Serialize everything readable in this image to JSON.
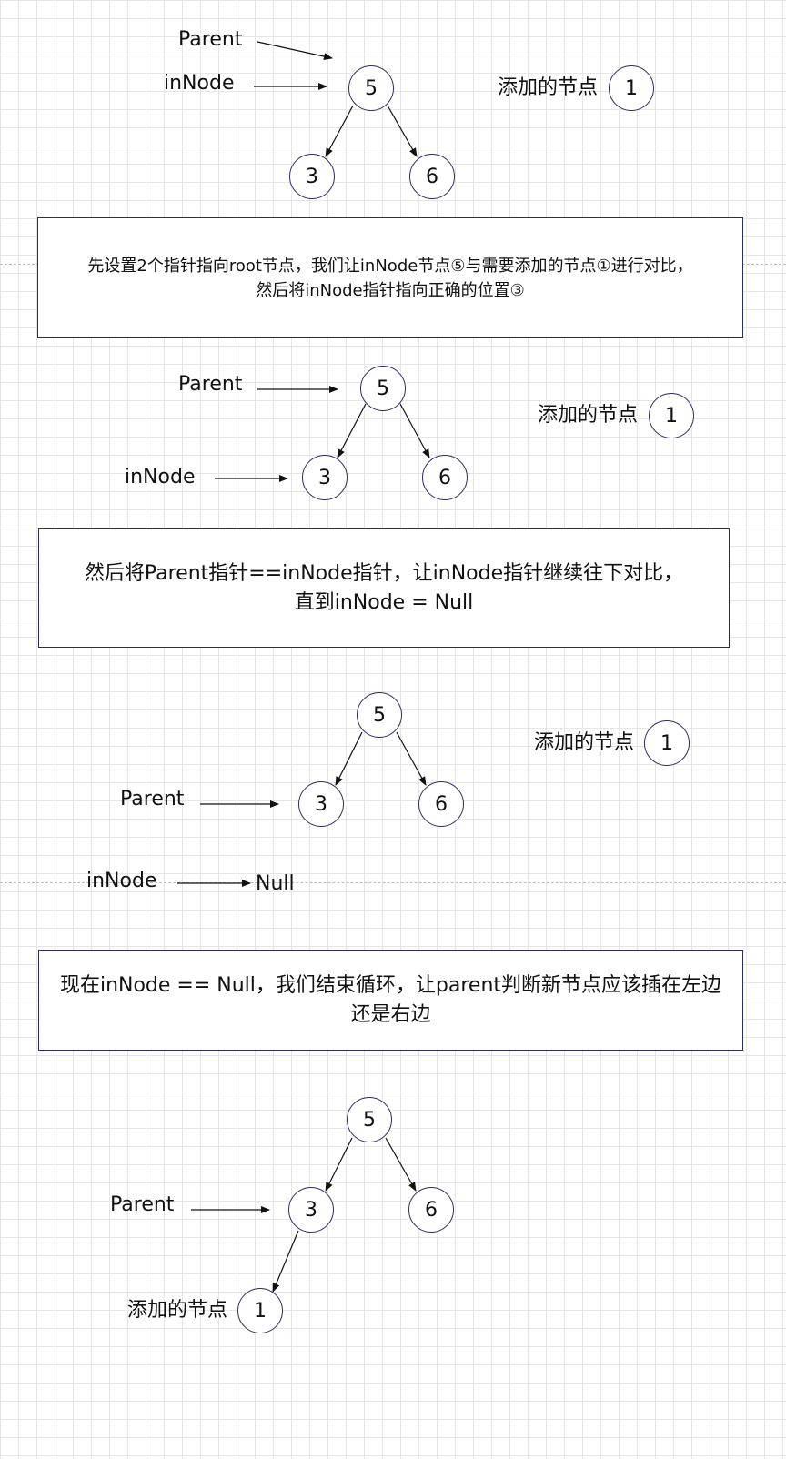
{
  "labels": {
    "parent": "Parent",
    "in_node": "inNode",
    "added_node": "添加的节点",
    "null": "Null"
  },
  "nodes": {
    "root": "5",
    "left": "3",
    "right": "6",
    "new": "1"
  },
  "notes": {
    "step1": {
      "line1": "先设置2个指针指向root节点，我们让inNode节点⑤与需要添加的节点①进行对比，",
      "line2": "然后将inNode指针指向正确的位置③"
    },
    "step2": {
      "line1": "然后将Parent指针==inNode指针，让inNode指针继续往下对比，",
      "line2": "直到inNode = Null"
    },
    "step3": {
      "line1": "现在inNode == Null，我们结束循环，让parent判断新节点应该插在左边",
      "line2": "还是右边"
    }
  },
  "colors": {
    "node_border": "#2b2b66",
    "line": "#111111",
    "grid": "#e6e6e6"
  }
}
